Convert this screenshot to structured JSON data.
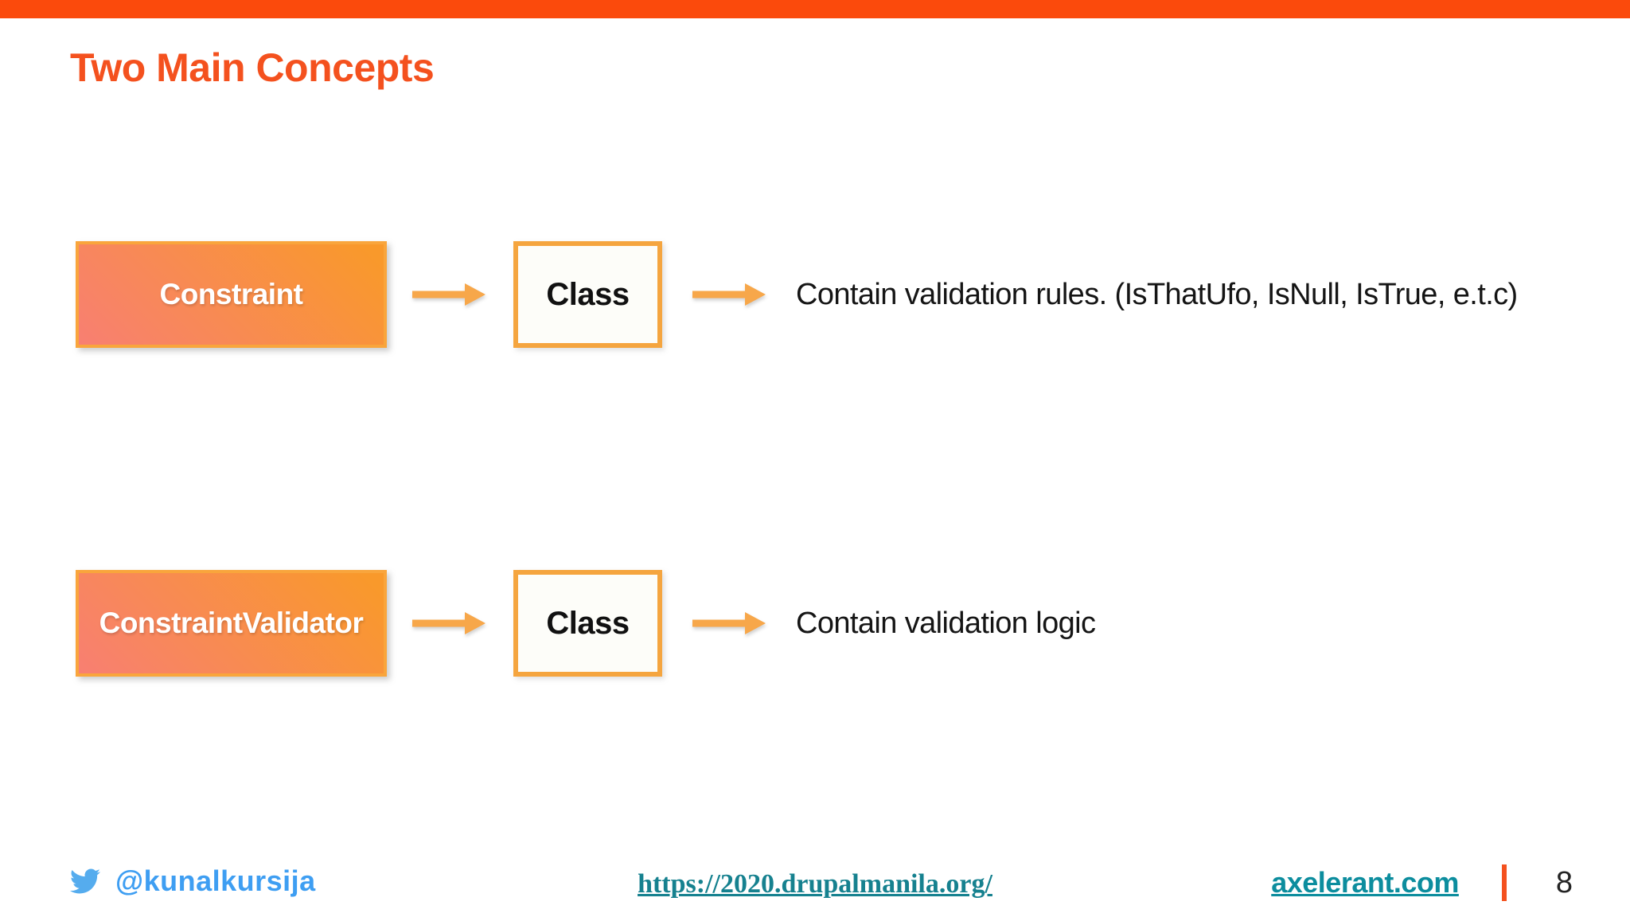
{
  "slide": {
    "title": "Two Main Concepts",
    "rows": [
      {
        "concept": "Constraint",
        "class_label": "Class",
        "description": "Contain validation rules. (IsThatUfo, IsNull, IsTrue, e.t.c)"
      },
      {
        "concept": "ConstraintValidator",
        "class_label": "Class",
        "description": "Contain validation logic"
      }
    ],
    "footer": {
      "twitter_icon": "twitter-bird-icon",
      "twitter_handle": "@kunalkursija",
      "event_link": "https://2020.drupalmanila.org/",
      "company_link": "axelerant.com",
      "page_number": "8"
    },
    "colors": {
      "top_bar": "#fb4a0c",
      "title": "#f4511e",
      "box_gradient_start": "#f87f72",
      "box_gradient_end": "#f9992b",
      "box_border": "#f9a53c",
      "class_border": "#f5a53f",
      "arrow": "#f7a74a",
      "twitter_blue": "#3e9ef2",
      "link_teal": "#16818f",
      "company_teal": "#0c8d9e",
      "divider": "#f4511e"
    }
  }
}
